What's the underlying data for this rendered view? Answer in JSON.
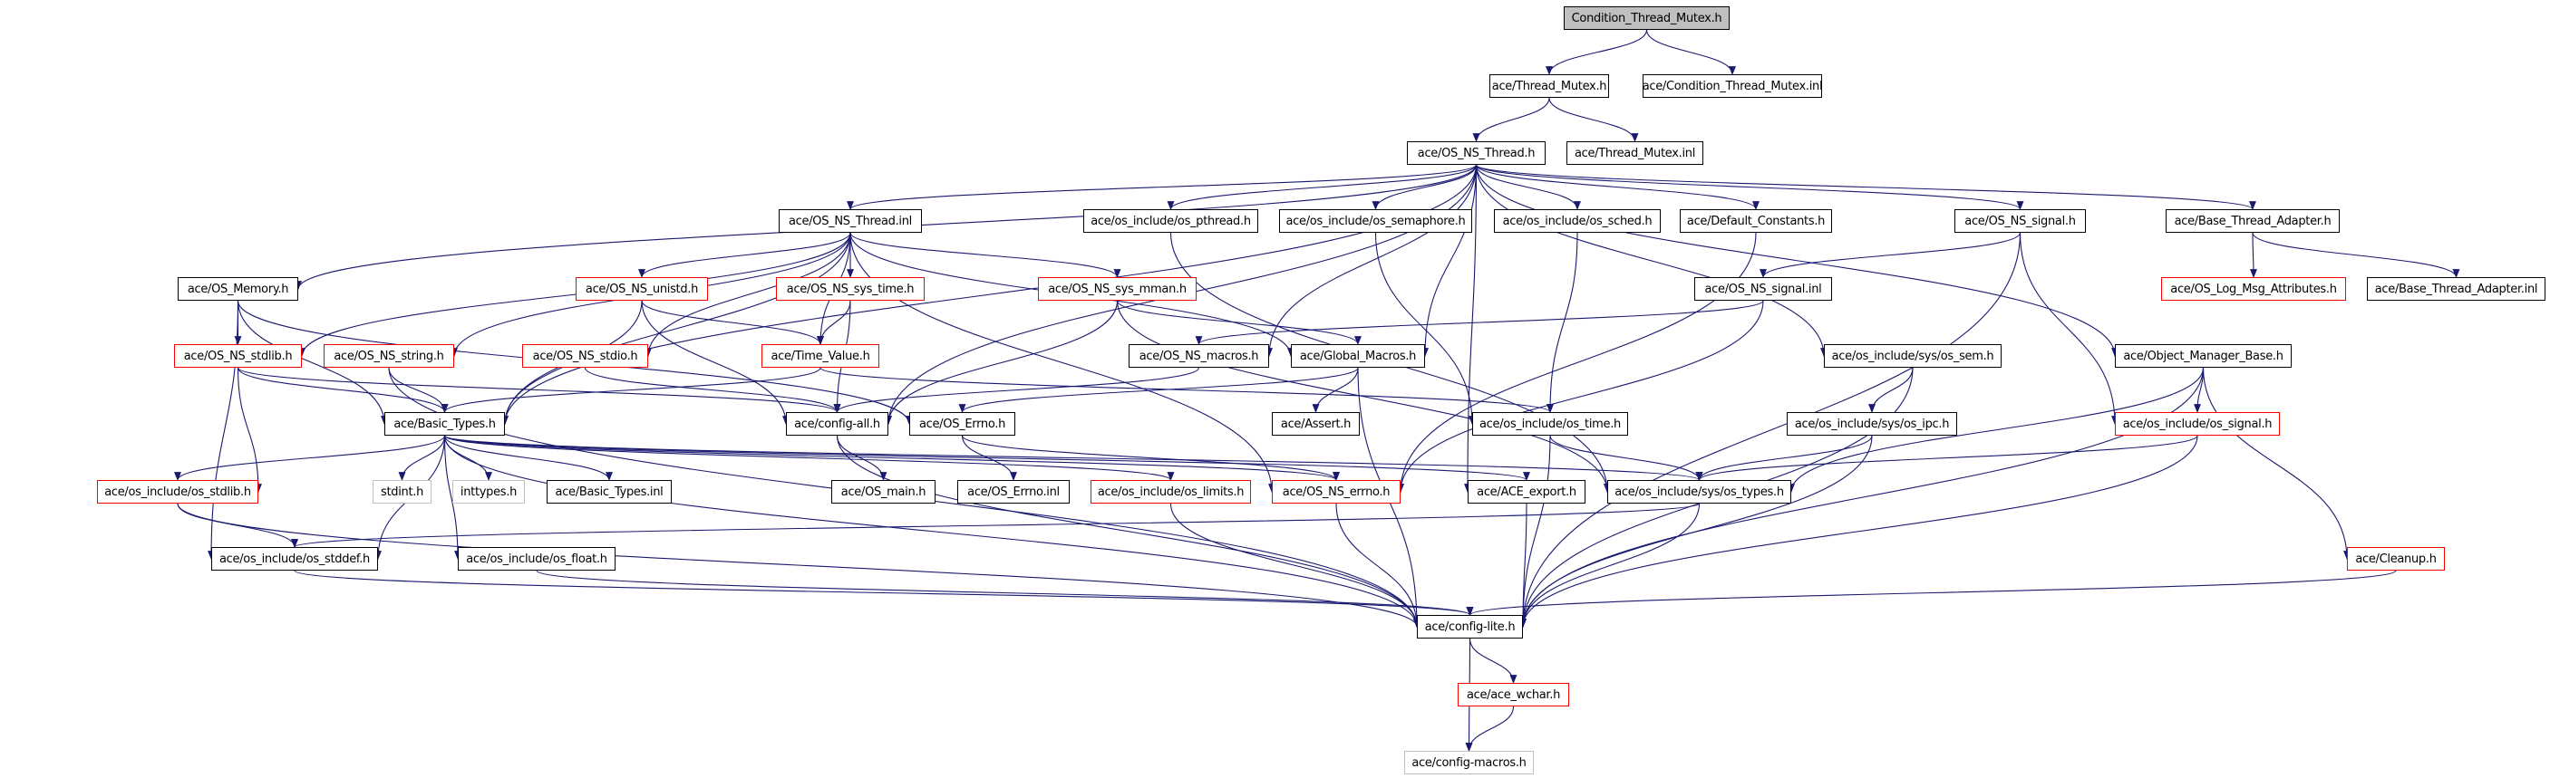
{
  "title": "Condition_Thread_Mutex.h include dependency graph",
  "colors": {
    "edge": "#191970",
    "node_border": "#000000",
    "undocumented_border": "#ff0000",
    "system_border": "#bfbfbf",
    "root_fill": "#bfbfbf"
  },
  "nodes": [
    {
      "id": "ctm_h",
      "label": "Condition_Thread_Mutex.h",
      "kind": "root"
    },
    {
      "id": "tm_h",
      "label": "ace/Thread_Mutex.h",
      "kind": "normal"
    },
    {
      "id": "ctm_inl",
      "label": "ace/Condition_Thread_Mutex.inl",
      "kind": "normal"
    },
    {
      "id": "osnst_h",
      "label": "ace/OS_NS_Thread.h",
      "kind": "normal"
    },
    {
      "id": "tm_inl",
      "label": "ace/Thread_Mutex.inl",
      "kind": "normal"
    },
    {
      "id": "osnst_inl",
      "label": "ace/OS_NS_Thread.inl",
      "kind": "normal"
    },
    {
      "id": "pthread",
      "label": "ace/os_include/os_pthread.h",
      "kind": "normal"
    },
    {
      "id": "semaphore",
      "label": "ace/os_include/os_semaphore.h",
      "kind": "normal"
    },
    {
      "id": "sched",
      "label": "ace/os_include/os_sched.h",
      "kind": "normal"
    },
    {
      "id": "defconst",
      "label": "ace/Default_Constants.h",
      "kind": "normal"
    },
    {
      "id": "osnssig_h",
      "label": "ace/OS_NS_signal.h",
      "kind": "normal"
    },
    {
      "id": "bta_h",
      "label": "ace/Base_Thread_Adapter.h",
      "kind": "normal"
    },
    {
      "id": "osmem",
      "label": "ace/OS_Memory.h",
      "kind": "normal"
    },
    {
      "id": "unistd",
      "label": "ace/OS_NS_unistd.h",
      "kind": "red"
    },
    {
      "id": "systime",
      "label": "ace/OS_NS_sys_time.h",
      "kind": "red"
    },
    {
      "id": "sysmman",
      "label": "ace/OS_NS_sys_mman.h",
      "kind": "red"
    },
    {
      "id": "osnssig_inl",
      "label": "ace/OS_NS_signal.inl",
      "kind": "normal"
    },
    {
      "id": "logmsg",
      "label": "ace/OS_Log_Msg_Attributes.h",
      "kind": "red"
    },
    {
      "id": "bta_inl",
      "label": "ace/Base_Thread_Adapter.inl",
      "kind": "normal"
    },
    {
      "id": "nsstdlib",
      "label": "ace/OS_NS_stdlib.h",
      "kind": "red"
    },
    {
      "id": "nsstring",
      "label": "ace/OS_NS_string.h",
      "kind": "red"
    },
    {
      "id": "nsstdio",
      "label": "ace/OS_NS_stdio.h",
      "kind": "red"
    },
    {
      "id": "timeval",
      "label": "ace/Time_Value.h",
      "kind": "red"
    },
    {
      "id": "nsmacros",
      "label": "ace/OS_NS_macros.h",
      "kind": "normal"
    },
    {
      "id": "globmac",
      "label": "ace/Global_Macros.h",
      "kind": "normal"
    },
    {
      "id": "ossem",
      "label": "ace/os_include/sys/os_sem.h",
      "kind": "normal"
    },
    {
      "id": "omb",
      "label": "ace/Object_Manager_Base.h",
      "kind": "normal"
    },
    {
      "id": "basictypes",
      "label": "ace/Basic_Types.h",
      "kind": "normal"
    },
    {
      "id": "configall",
      "label": "ace/config-all.h",
      "kind": "normal"
    },
    {
      "id": "oserrno",
      "label": "ace/OS_Errno.h",
      "kind": "normal"
    },
    {
      "id": "assert",
      "label": "ace/Assert.h",
      "kind": "normal"
    },
    {
      "id": "ostime",
      "label": "ace/os_include/os_time.h",
      "kind": "normal"
    },
    {
      "id": "osipc",
      "label": "ace/os_include/sys/os_ipc.h",
      "kind": "normal"
    },
    {
      "id": "ossignal",
      "label": "ace/os_include/os_signal.h",
      "kind": "red"
    },
    {
      "id": "osstdlib",
      "label": "ace/os_include/os_stdlib.h",
      "kind": "red"
    },
    {
      "id": "stdint",
      "label": "stdint.h",
      "kind": "gray"
    },
    {
      "id": "inttypes",
      "label": "inttypes.h",
      "kind": "gray"
    },
    {
      "id": "bt_inl",
      "label": "ace/Basic_Types.inl",
      "kind": "normal"
    },
    {
      "id": "osmain",
      "label": "ace/OS_main.h",
      "kind": "normal"
    },
    {
      "id": "oserrno_inl",
      "label": "ace/OS_Errno.inl",
      "kind": "normal"
    },
    {
      "id": "oslimits",
      "label": "ace/os_include/os_limits.h",
      "kind": "red"
    },
    {
      "id": "nserrno",
      "label": "ace/OS_NS_errno.h",
      "kind": "red"
    },
    {
      "id": "aceexport",
      "label": "ace/ACE_export.h",
      "kind": "normal"
    },
    {
      "id": "ostypes",
      "label": "ace/os_include/sys/os_types.h",
      "kind": "normal"
    },
    {
      "id": "osstddef",
      "label": "ace/os_include/os_stddef.h",
      "kind": "normal"
    },
    {
      "id": "osfloat",
      "label": "ace/os_include/os_float.h",
      "kind": "normal"
    },
    {
      "id": "cleanup",
      "label": "ace/Cleanup.h",
      "kind": "red"
    },
    {
      "id": "configlite",
      "label": "ace/config-lite.h",
      "kind": "normal"
    },
    {
      "id": "wchar",
      "label": "ace/ace_wchar.h",
      "kind": "red"
    },
    {
      "id": "configmacros",
      "label": "ace/config-macros.h",
      "kind": "gray"
    }
  ],
  "edges": [
    [
      "ctm_h",
      "tm_h"
    ],
    [
      "ctm_h",
      "ctm_inl"
    ],
    [
      "tm_h",
      "osnst_h"
    ],
    [
      "tm_h",
      "tm_inl"
    ],
    [
      "osnst_h",
      "osnst_inl"
    ],
    [
      "osnst_h",
      "pthread"
    ],
    [
      "osnst_h",
      "semaphore"
    ],
    [
      "osnst_h",
      "sched"
    ],
    [
      "osnst_h",
      "defconst"
    ],
    [
      "osnst_h",
      "osnssig_h"
    ],
    [
      "osnst_h",
      "bta_h"
    ],
    [
      "osnst_h",
      "osmem"
    ],
    [
      "osnst_h",
      "basictypes"
    ],
    [
      "osnst_h",
      "configall"
    ],
    [
      "osnst_h",
      "globmac"
    ],
    [
      "osnst_h",
      "ossem"
    ],
    [
      "osnst_h",
      "omb"
    ],
    [
      "osnst_h",
      "nsmacros"
    ],
    [
      "osnst_h",
      "aceexport"
    ],
    [
      "osnst_inl",
      "unistd"
    ],
    [
      "osnst_inl",
      "systime"
    ],
    [
      "osnst_inl",
      "sysmman"
    ],
    [
      "osnst_inl",
      "nsstring"
    ],
    [
      "osnst_inl",
      "nsstdio"
    ],
    [
      "osnst_inl",
      "timeval"
    ],
    [
      "osnst_inl",
      "nsstdlib"
    ],
    [
      "osnst_inl",
      "basictypes"
    ],
    [
      "osnst_inl",
      "nserrno"
    ],
    [
      "osnst_inl",
      "globmac"
    ],
    [
      "pthread",
      "ostypes"
    ],
    [
      "semaphore",
      "ostime"
    ],
    [
      "sched",
      "ostime"
    ],
    [
      "defconst",
      "nserrno"
    ],
    [
      "osnssig_h",
      "osnssig_inl"
    ],
    [
      "osnssig_h",
      "ossignal"
    ],
    [
      "osnssig_h",
      "configlite"
    ],
    [
      "bta_h",
      "logmsg"
    ],
    [
      "bta_h",
      "bta_inl"
    ],
    [
      "osmem",
      "nsstdlib"
    ],
    [
      "osmem",
      "oserrno"
    ],
    [
      "osmem",
      "osstddef"
    ],
    [
      "osmem",
      "basictypes"
    ],
    [
      "unistd",
      "timeval"
    ],
    [
      "unistd",
      "basictypes"
    ],
    [
      "unistd",
      "configall"
    ],
    [
      "systime",
      "timeval"
    ],
    [
      "systime",
      "configall"
    ],
    [
      "sysmman",
      "globmac"
    ],
    [
      "sysmman",
      "configall"
    ],
    [
      "sysmman",
      "ostypes"
    ],
    [
      "osnssig_inl",
      "nsmacros"
    ],
    [
      "osnssig_inl",
      "nserrno"
    ],
    [
      "nsstdlib",
      "basictypes"
    ],
    [
      "nsstdlib",
      "osstdlib"
    ],
    [
      "nsstdlib",
      "configall"
    ],
    [
      "nsstring",
      "basictypes"
    ],
    [
      "nsstring",
      "configlite"
    ],
    [
      "nsstdio",
      "configall"
    ],
    [
      "timeval",
      "basictypes"
    ],
    [
      "timeval",
      "ostime"
    ],
    [
      "nsmacros",
      "configall"
    ],
    [
      "globmac",
      "oserrno"
    ],
    [
      "globmac",
      "assert"
    ],
    [
      "globmac",
      "configlite"
    ],
    [
      "ossem",
      "osipc"
    ],
    [
      "ossem",
      "configlite"
    ],
    [
      "omb",
      "ossignal"
    ],
    [
      "omb",
      "ostypes"
    ],
    [
      "omb",
      "cleanup"
    ],
    [
      "omb",
      "configlite"
    ],
    [
      "basictypes",
      "osstdlib"
    ],
    [
      "basictypes",
      "stdint"
    ],
    [
      "basictypes",
      "inttypes"
    ],
    [
      "basictypes",
      "bt_inl"
    ],
    [
      "basictypes",
      "osstddef"
    ],
    [
      "basictypes",
      "osfloat"
    ],
    [
      "basictypes",
      "oslimits"
    ],
    [
      "basictypes",
      "nserrno"
    ],
    [
      "basictypes",
      "aceexport"
    ],
    [
      "basictypes",
      "ostypes"
    ],
    [
      "basictypes",
      "configlite"
    ],
    [
      "configall",
      "osmain"
    ],
    [
      "configall",
      "configlite"
    ],
    [
      "oserrno",
      "oserrno_inl"
    ],
    [
      "oserrno",
      "nserrno"
    ],
    [
      "ostime",
      "ostypes"
    ],
    [
      "ostime",
      "configlite"
    ],
    [
      "osipc",
      "ostypes"
    ],
    [
      "osipc",
      "configlite"
    ],
    [
      "ossignal",
      "ostypes"
    ],
    [
      "ossignal",
      "configlite"
    ],
    [
      "osstdlib",
      "osstddef"
    ],
    [
      "osstdlib",
      "configlite"
    ],
    [
      "oslimits",
      "configlite"
    ],
    [
      "nserrno",
      "configlite"
    ],
    [
      "aceexport",
      "configlite"
    ],
    [
      "ostypes",
      "osstddef"
    ],
    [
      "ostypes",
      "configlite"
    ],
    [
      "osstddef",
      "configlite"
    ],
    [
      "osfloat",
      "configlite"
    ],
    [
      "cleanup",
      "configlite"
    ],
    [
      "configlite",
      "wchar"
    ],
    [
      "configlite",
      "configmacros"
    ],
    [
      "wchar",
      "configmacros"
    ]
  ]
}
